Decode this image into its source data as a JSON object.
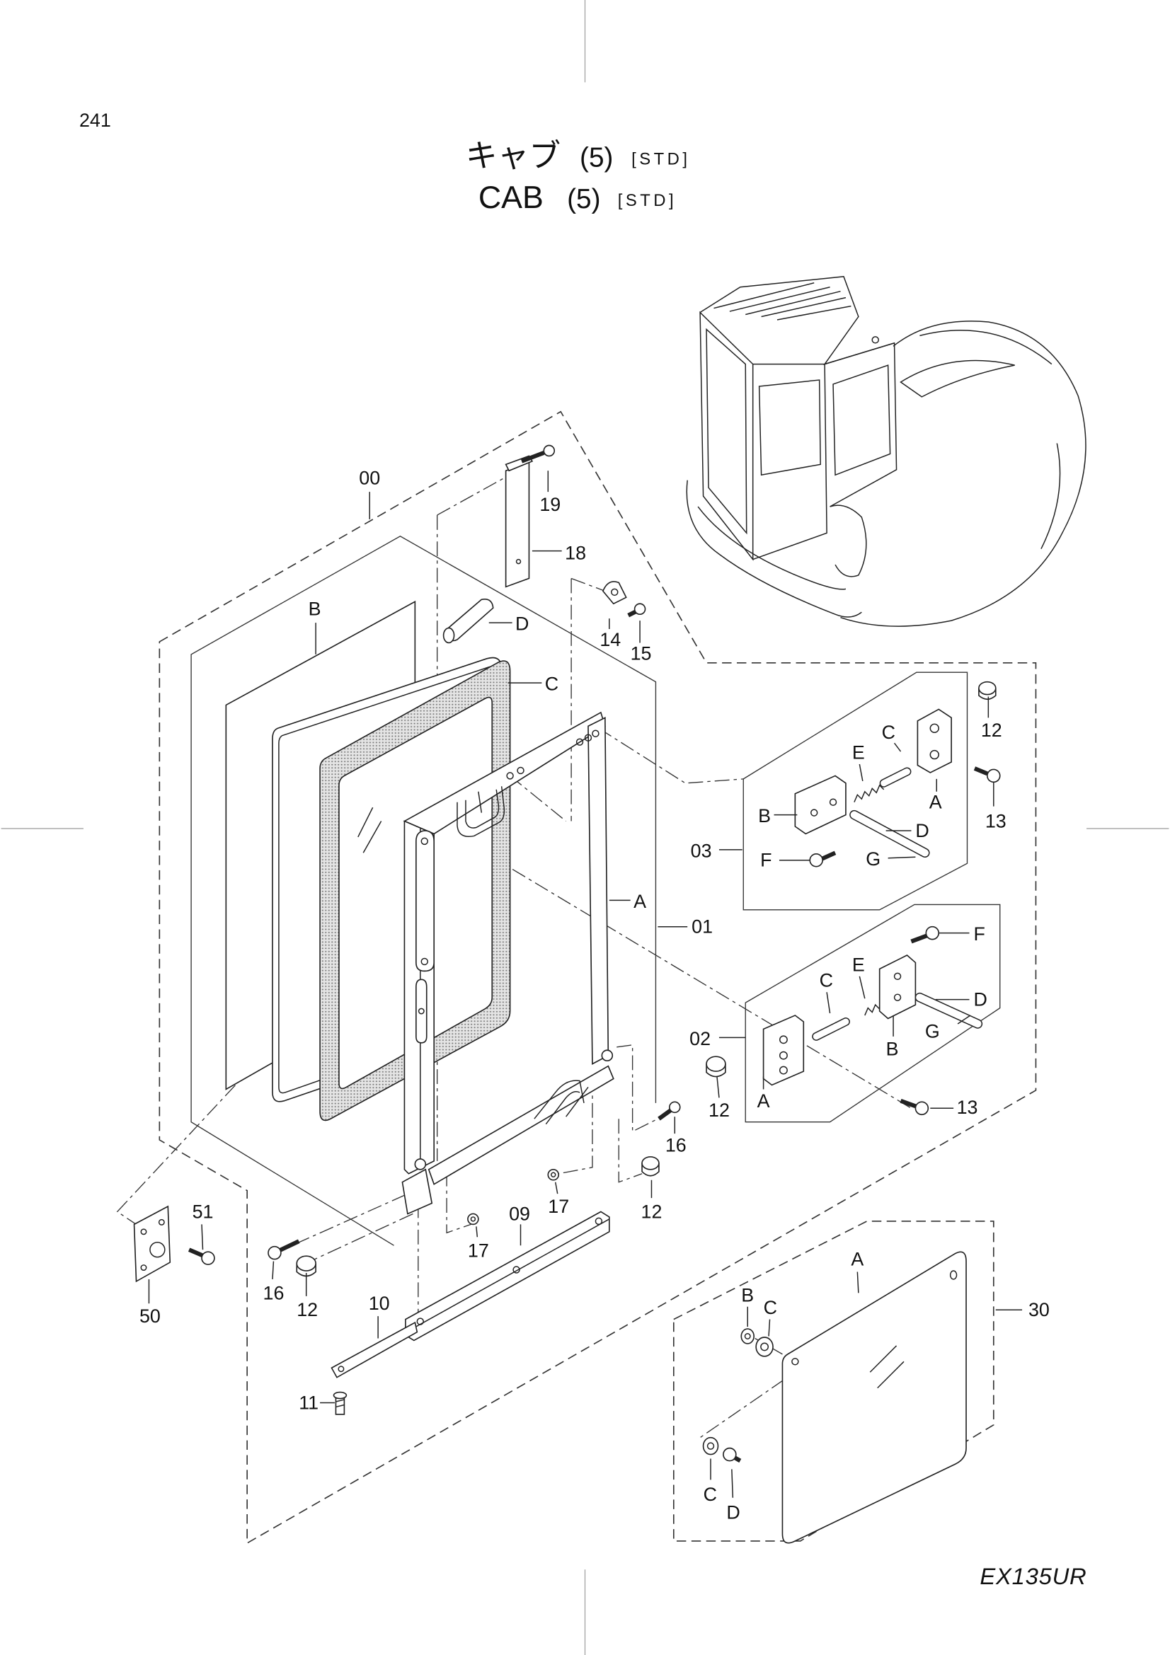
{
  "page_number": "241",
  "title": {
    "jp": "キャブ",
    "en": "CAB",
    "number": "(5)",
    "tag": "[STD]"
  },
  "model": "EX135UR",
  "callouts": [
    "00",
    "19",
    "18",
    "B",
    "D",
    "C",
    "14",
    "15",
    "12",
    "C",
    "E",
    "A",
    "13",
    "B",
    "D",
    "03",
    "F",
    "G",
    "A",
    "01",
    "F",
    "E",
    "C",
    "D",
    "G",
    "02",
    "B",
    "A",
    "12",
    "13",
    "16",
    "17",
    "12",
    "51",
    "09",
    "17",
    "16",
    "12",
    "10",
    "50",
    "11",
    "A",
    "B",
    "C",
    "30",
    "C",
    "D"
  ]
}
